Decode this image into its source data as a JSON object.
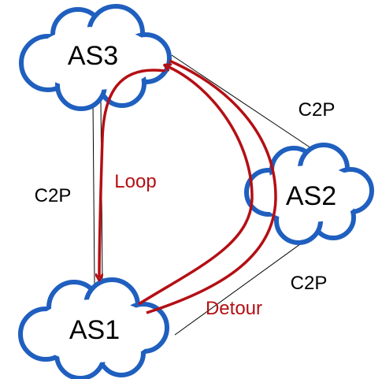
{
  "nodes": {
    "as3": {
      "label": "AS3"
    },
    "as2": {
      "label": "AS2"
    },
    "as1": {
      "label": "AS1"
    }
  },
  "edges": {
    "as3_as2": {
      "label": "C2P"
    },
    "as3_as1": {
      "label": "C2P"
    },
    "as2_as1": {
      "label": "C2P"
    }
  },
  "paths": {
    "loop": {
      "label": "Loop"
    },
    "detour": {
      "label": "Detour"
    }
  },
  "colors": {
    "cloud_fill": "#ffffff",
    "cloud_stroke": "#1f5fbf",
    "edge": "#000000",
    "path": "#b40f14"
  }
}
